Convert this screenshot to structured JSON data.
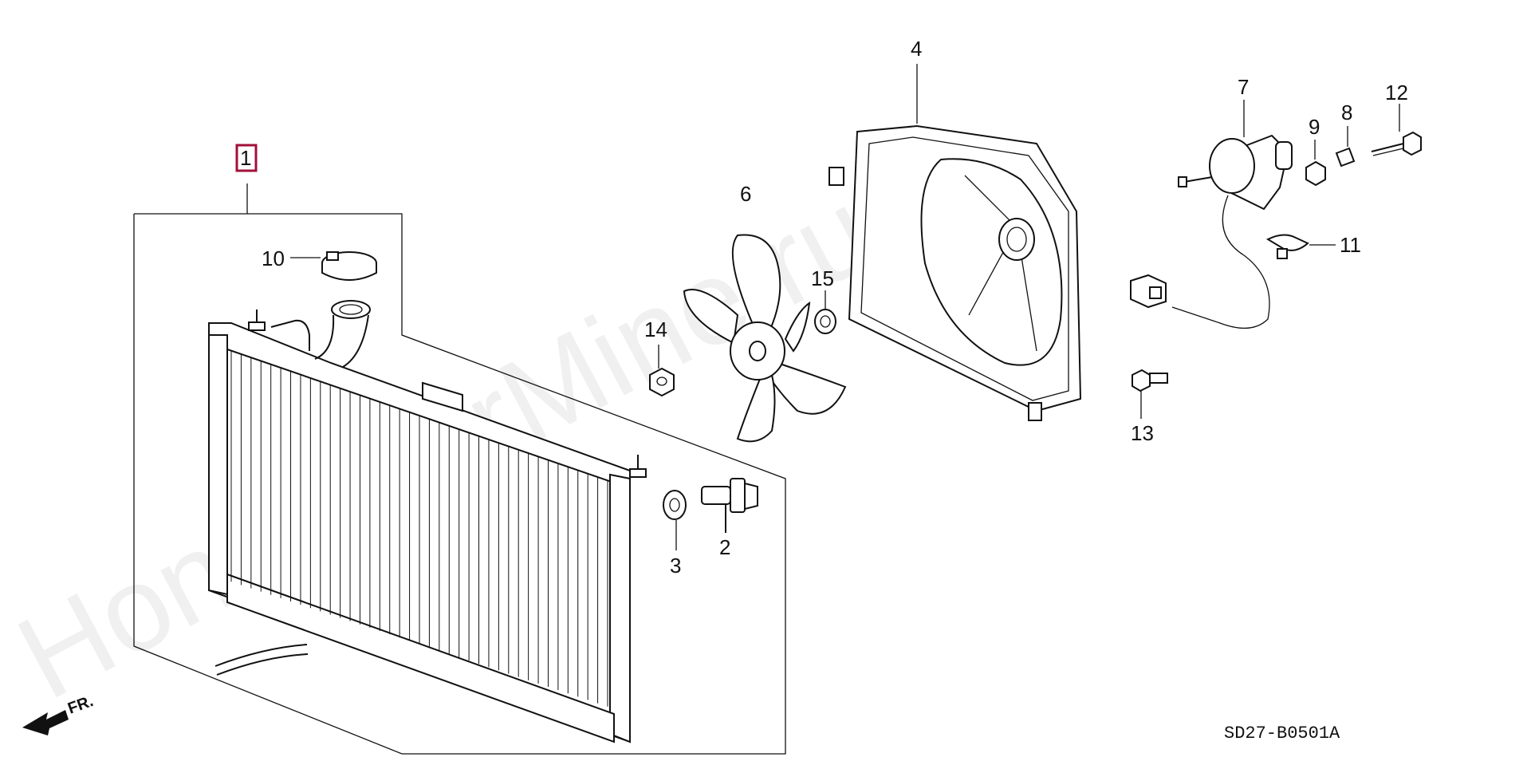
{
  "watermark": "HondaCarMine.ru",
  "diagram_code": "SD27-B0501A",
  "direction_label": "FR.",
  "highlight_color": "#a0103a",
  "parts": [
    {
      "id": "radiator-assembly",
      "label": "1",
      "highlighted": true
    },
    {
      "id": "drain-plug",
      "label": "2"
    },
    {
      "id": "drain-washer",
      "label": "3"
    },
    {
      "id": "fan-shroud",
      "label": "4"
    },
    {
      "id": "cooling-fan",
      "label": "6"
    },
    {
      "id": "fan-motor",
      "label": "7"
    },
    {
      "id": "collar",
      "label": "8"
    },
    {
      "id": "nut-9",
      "label": "9"
    },
    {
      "id": "radiator-cap",
      "label": "10"
    },
    {
      "id": "clip",
      "label": "11"
    },
    {
      "id": "bolt-12",
      "label": "12"
    },
    {
      "id": "bolt-13",
      "label": "13"
    },
    {
      "id": "nut-14",
      "label": "14"
    },
    {
      "id": "washer-15",
      "label": "15"
    }
  ]
}
